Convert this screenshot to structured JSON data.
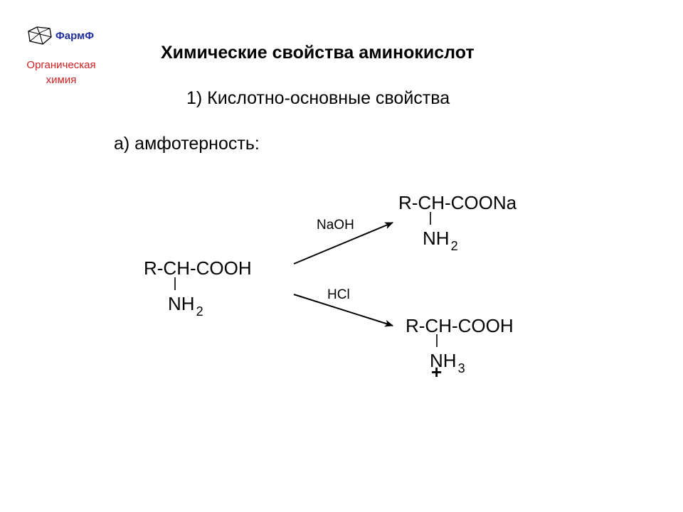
{
  "header": {
    "brand": "ФармФ",
    "subject_line1": "Органическая",
    "subject_line2": "химия",
    "brand_color": "#1f2fa0",
    "subject_color": "#cc2020"
  },
  "title": "Химические свойства аминокислот",
  "subtitle": "1) Кислотно-основные свойства",
  "point": "а) амфотерность:",
  "reactant": {
    "main": "R-CH-COOH",
    "group": "NH",
    "subscript": "2"
  },
  "product_base": {
    "reagent": "NaOH",
    "main": "R-CH-COONa",
    "group": "NH",
    "subscript": "2"
  },
  "product_acid": {
    "reagent": "HCl",
    "main": "R-CH-COOH",
    "group": "NH",
    "subscript": "3",
    "charge": "+"
  },
  "icons": {
    "logo": "adamantane-cage-icon"
  }
}
